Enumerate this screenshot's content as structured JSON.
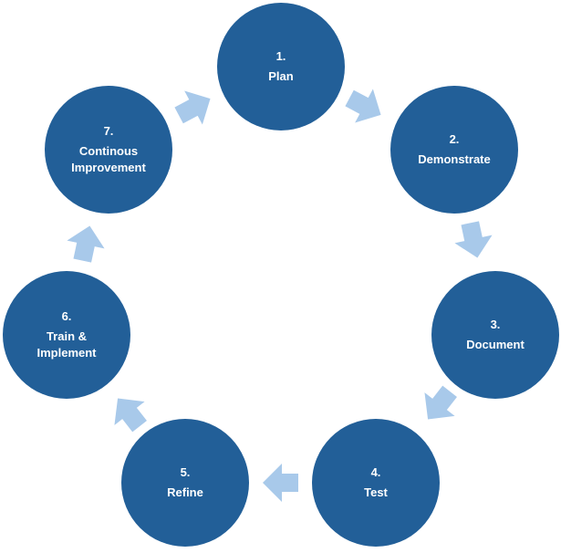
{
  "colors": {
    "node_fill": "#225f98",
    "arrow_fill": "#a8c9ea",
    "text": "#ffffff"
  },
  "steps": [
    {
      "number": "1.",
      "label": "Plan"
    },
    {
      "number": "2.",
      "label": "Demonstrate"
    },
    {
      "number": "3.",
      "label": "Document"
    },
    {
      "number": "4.",
      "label": "Test"
    },
    {
      "number": "5.",
      "label": "Refine"
    },
    {
      "number": "6.",
      "label": "Train &\nImplement"
    },
    {
      "number": "7.",
      "label": "Continous\nImprovement"
    }
  ]
}
